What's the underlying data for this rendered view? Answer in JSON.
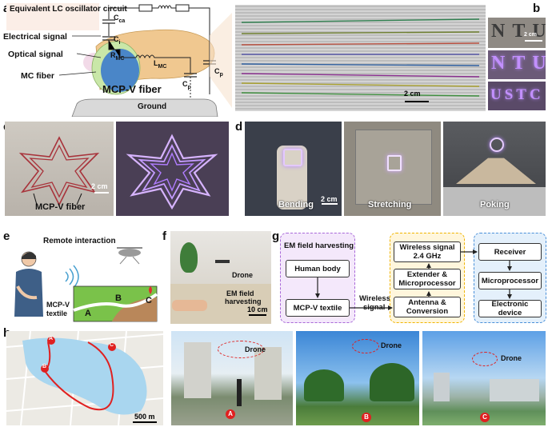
{
  "panel_labels": {
    "a": "a",
    "b": "b",
    "c": "c",
    "d": "d",
    "e": "e",
    "f": "f",
    "g": "g",
    "h": "h"
  },
  "panel_a": {
    "circuit_title": "Equivalent LC oscillator circuit",
    "electrical_signal": "Electrical signal",
    "optical_signal": "Optical signal",
    "mc_fiber": "MC fiber",
    "fiber_name": "MCP-V fiber",
    "ground": "Ground",
    "c_ca": "C",
    "c_ca_sub": "ca",
    "c_i": "C",
    "c_i_sub": "i",
    "r_mc": "R",
    "r_mc_sub": "MC",
    "l_mc": "L",
    "l_mc_sub": "MC",
    "c_p_left": "C",
    "c_p_left_sub": "p",
    "c_p_right": "C",
    "c_p_right_sub": "p",
    "scale_bar": "2 cm"
  },
  "panel_b": {
    "row1": "NTU",
    "row2": "NTU",
    "row3": "USTC",
    "scale_bar": "2 cm"
  },
  "panel_c": {
    "fiber_label": "MCP-V fiber",
    "scale_bar": "2 cm"
  },
  "panel_d": {
    "bending": "Bending",
    "stretching": "Stretching",
    "poking": "Poking",
    "scale_bar": "2 cm"
  },
  "panel_e": {
    "title": "Remote interaction",
    "textile_label_line1": "MCP-V",
    "textile_label_line2": "textile",
    "point_a": "A",
    "point_b": "B",
    "point_c": "C"
  },
  "panel_f": {
    "drone": "Drone",
    "em_line1": "EM field",
    "em_line2": "harvesting",
    "scale_bar": "10 cm"
  },
  "panel_g": {
    "group1_title": "EM field harvesting",
    "human_body": "Human body",
    "mcp_textile": "MCP-V textile",
    "wireless_line1": "Wireless",
    "wireless_line2": "signal",
    "wifi_line1": "Wireless signal",
    "wifi_line2": "2.4 GHz",
    "extender_line1": "Extender &",
    "extender_line2": "Microprocessor",
    "antenna_line1": "Antenna &",
    "antenna_line2": "Conversion",
    "receiver": "Receiver",
    "microprocessor": "Microprocessor",
    "electronic_device": "Electronic device"
  },
  "panel_h": {
    "map_scale": "500 m",
    "point_a": "A",
    "point_b": "B",
    "point_c": "C",
    "drone1": "Drone",
    "drone2": "Drone",
    "drone3": "Drone"
  },
  "colors": {
    "purple_glow": "#b98cff",
    "dash_purple": "#a868d8",
    "dash_orange": "#f0b400",
    "dash_blue": "#4a90d9",
    "route_red": "#e02020",
    "lake": "#a9d6ef"
  }
}
